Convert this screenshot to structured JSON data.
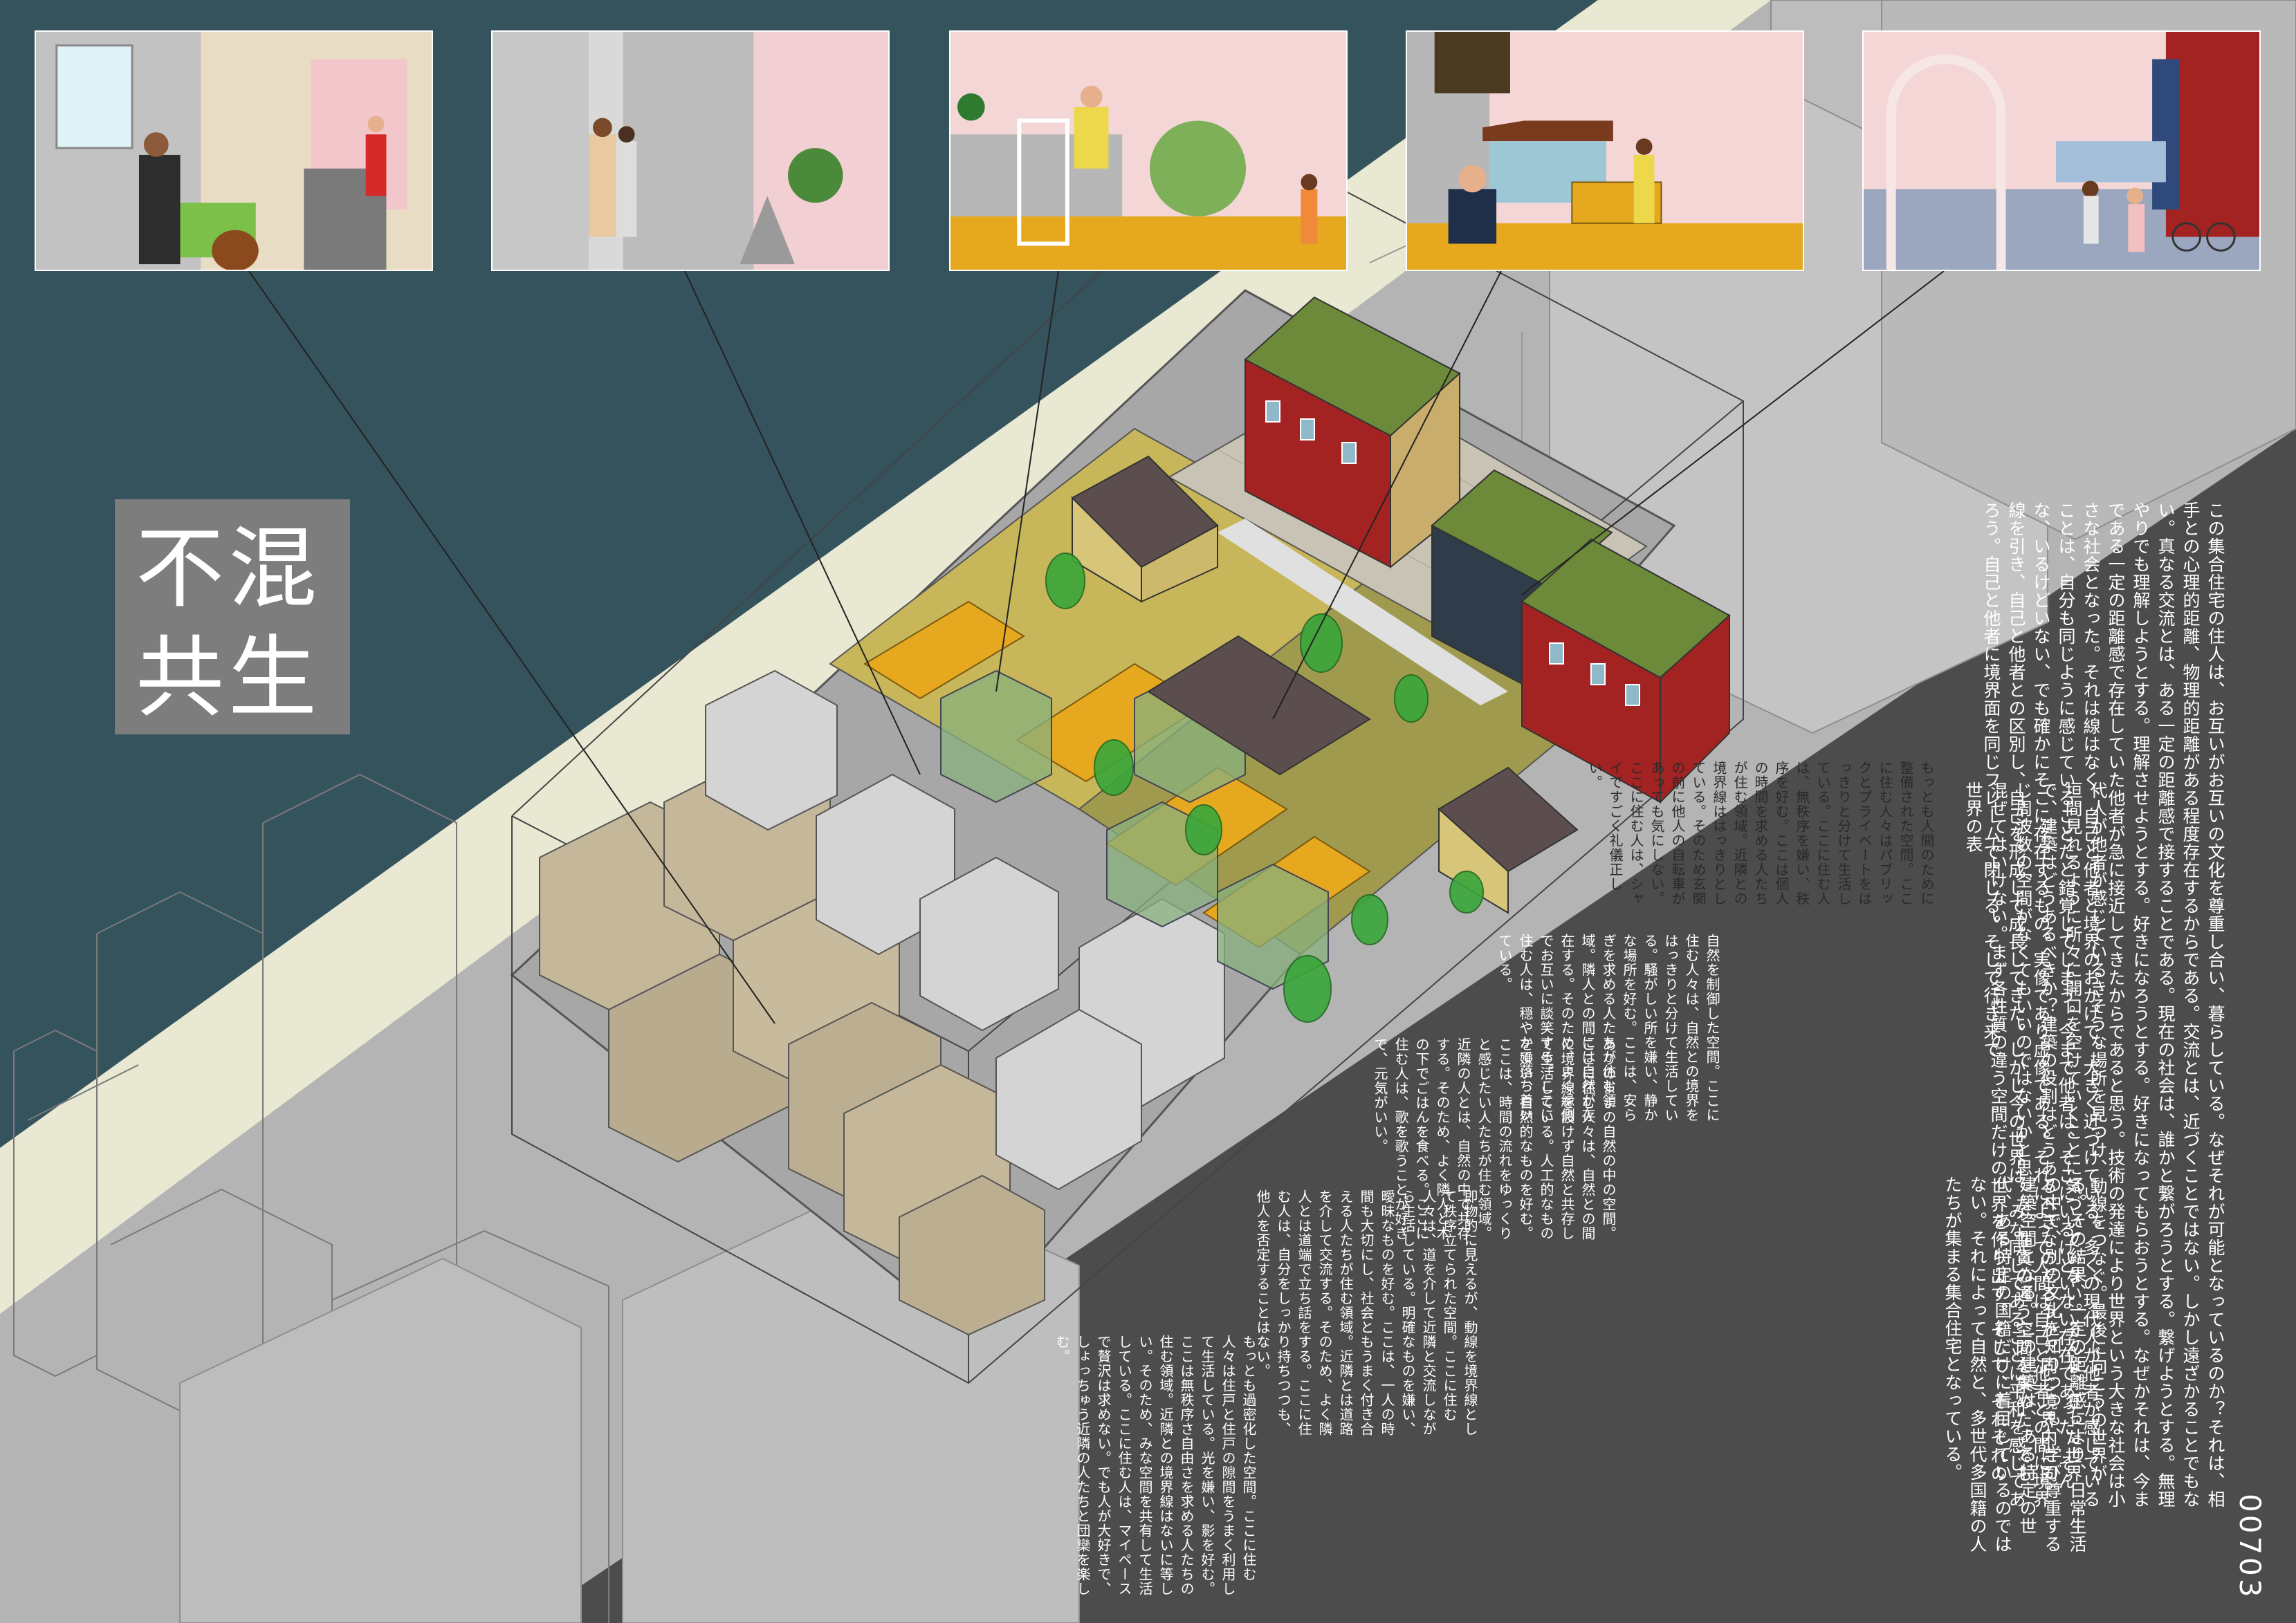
{
  "title": {
    "line1": "不混",
    "line2": "共生"
  },
  "sheet_number": "00703",
  "panels": [
    {
      "name": "panel-family-room"
    },
    {
      "name": "panel-alley-stairs"
    },
    {
      "name": "panel-deck-tree"
    },
    {
      "name": "panel-pavilion"
    },
    {
      "name": "panel-street-bikes"
    }
  ],
  "text_blocks": {
    "intro": "この集合住宅の住人は、お互いがお互いの文化を尊重し合い、暮らしている。なぜそれが可能となっているのか？それは、相手との心理的距離、物理的距離がある程度存在するからである。交流とは、近づくことではない。しかし遠ざかることでもない。真なる交流とは、ある一定の距離感で接することである。現在の社会は、誰かと繋がろうとする。繋げようとする。無理やりでも理解しようとする。理解させようとする。好きになろうとする。好きになってもらおうとする。なぜかそれは、今まである一定の距離感で存在していた他者が急に接近してきたからであると思う。技術の発達により世界という大きな社会は小さな社会となった。それは線はなく、自己と他者と境界のおかげで、大きく近づけている。多くの現代人が他者が感じていることは、自分も同じように感じていることだと錯覚してしまう。今まで他者は、そこにいるけどいない存在であった。そんな、いるけどいない、でも確かにそこに存在するもの。実像であり虚像である。それによって人間は自己と他者との間に境界線を引き、自己と他者との区別し、自己を形成して成長してきた。しかし今の世界は、みな同じであることに平和を感じてあろう。自己と他者に境界面を同じフレームで閉じる。そして行き来で",
    "middle": "代人が他者が感じているきそうな場所を見つけ、動線をつなぐ。最後に向こうの世界が垣間見れるように所々に開口を空けていくことに気づいていない。そんな、狂った世界で、建築はどうあるべきか？建築の役割はどうあるべきなのだろうか？同じ境界内に同じ周波数の空間がなくてもいいのではないかと思った。性質の違う空間を集めた。でも混ぜてはいけない。まず各性質の違う空間だけの世界を作り出す。そして、それぞれの世界の表",
    "right_col": "る。その結果、一定の距離感により、日常生活の中で、別の文化を知りつつも、学び尊重する建築空間となる。この建築は、ある特定の世代、ある特定の国籍だけに着目しているのではない。それによって自然と、多世代多国籍の人たちが集まる集合住宅となっている。",
    "public": "もっとも人間のために整備された空間。ここに住む人々はパブリックとプライベートをはっきりと分けて生活している。ここに住む人は、無秩序を嫌い、秩序を好む。ここは個人の時間を求める人たちが住む領域。近隣との境界線ははっきりとしている。そのため玄関の前に他人の自転車があっても気にしない。ここに住む人は、シャイですごく礼儀正しい。",
    "nature1": "自然を制御した空間。ここに住む人々は、自然との境界をはっきりと分けて生活している。騒がしい所を嫌い、静かな場所を好む。ここは、安らぎを求める人たちが住む領域。隣人との間には自然が存在する。そのため、よく縁側でお互いに談笑する。ここに住む人は、穏やかで落ち着いている。",
    "nature2": "ありのままの自然の中の空間。ここに住む人々は、自然との間に境界線を設けず自然と共存して生活している。人工的なものを嫌い、自然的なものを好む。ここは、時間の流れをゆっくりと感じたい人たちが住む領域。近隣の人とは、自然の中で共存する。そのため、よく隣人と木の下でごはんを食べる。ここに住む人は、歌を歌うことが好きで、元気がいい。",
    "order": "即物的に見えるが、動線を境界線として秩序立てられた空間。ここに住む人々は、道を介して近隣と交流しながら生活している。明確なものを嫌い、曖昧なものを好む。ここは、一人の時間も大切にし、社会ともうまく付き合える人たちが住む領域。近隣とは道路を介して交流する。そのため、よく隣人とは道端で立ち話をする。ここに住む人は、自分をしっかり持ちつつも、他人を否定することはない。",
    "chaos": "もっとも過密化した空間。ここに住む人々は住戸と住戸の隙間をうまく利用して生活している。光を嫌い、影を好む。ここは無秩序さ自由さを求める人たちの住む領域。近隣との境界線はないに等しい。そのため、みな空間を共有して生活している。ここに住む人は、マイペースで贅沢は求めない。でも人が大好きで、しょっちゅう近隣の人たちと団欒を楽しむ。"
  },
  "colors": {
    "teal": "#34535d",
    "dark": "#4c4c4c",
    "cream": "#e8e8d3",
    "light_gray": "#b4b4b4",
    "title_box": "#7d7d7d",
    "pink": "#f4d6d6",
    "deck": "#e6a81f",
    "green_roof": "#6c8a3a",
    "red_brick": "#a32322"
  }
}
